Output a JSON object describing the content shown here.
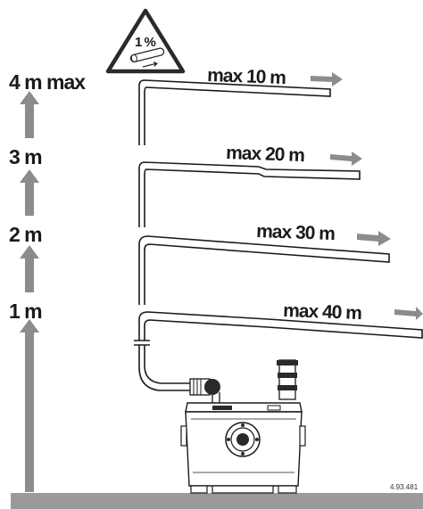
{
  "heights": [
    {
      "label": "4 m max"
    },
    {
      "label": "3 m"
    },
    {
      "label": "2 m"
    },
    {
      "label": "1 m"
    }
  ],
  "distances": [
    {
      "label": "max 10 m"
    },
    {
      "label": "max 20 m"
    },
    {
      "label": "max 30 m"
    },
    {
      "label": "max 40 m"
    }
  ],
  "slope_sign": {
    "label": "1 %"
  },
  "reference": "4.93.481",
  "colors": {
    "arrow": "#8c8c8c",
    "floor": "#9a9a9a",
    "line": "#1a1a1a"
  }
}
